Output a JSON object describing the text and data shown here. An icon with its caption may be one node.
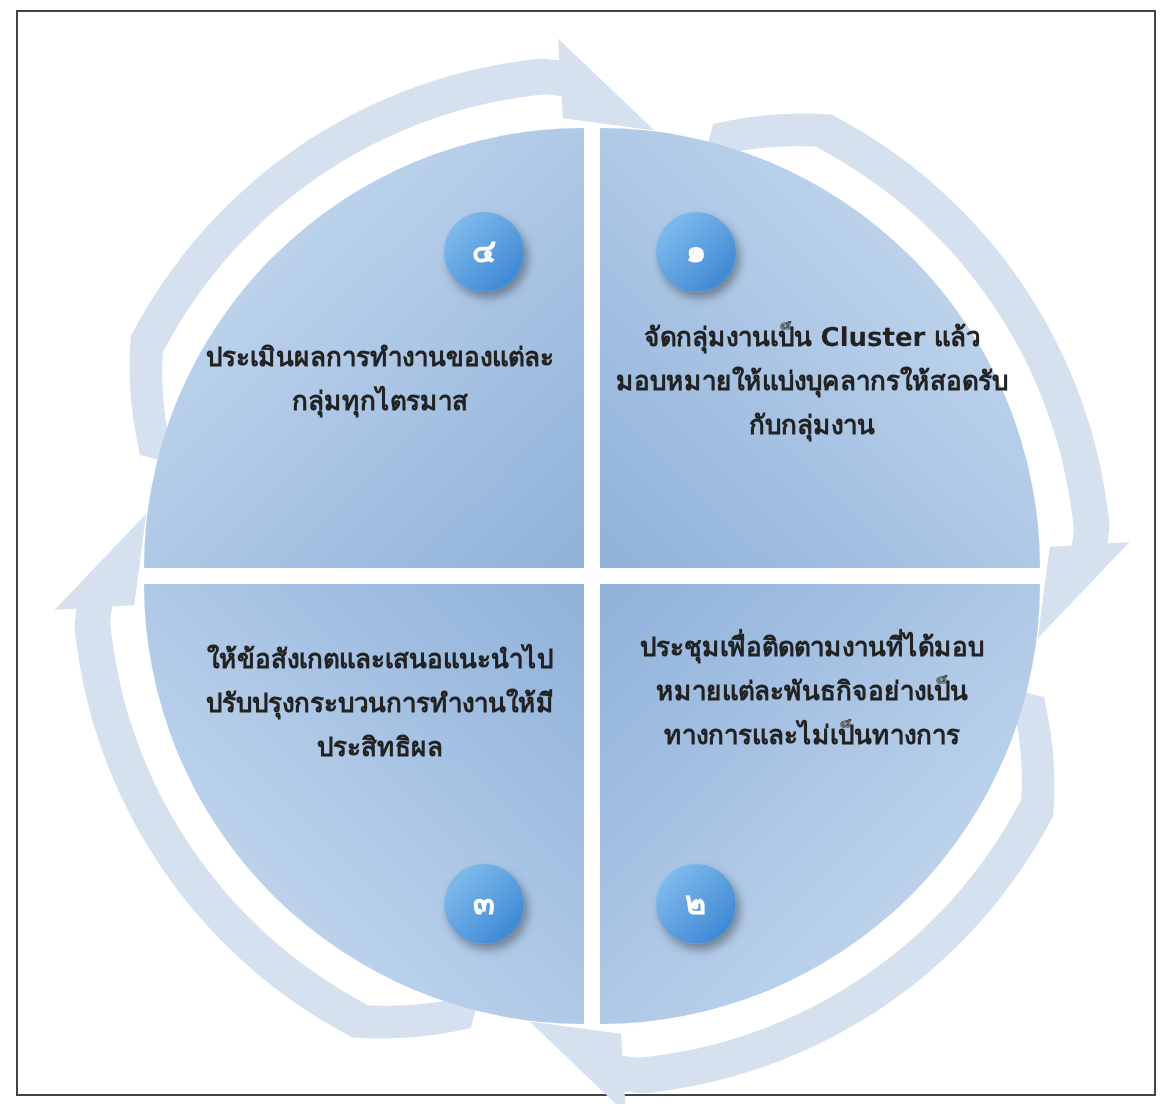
{
  "diagram": {
    "nodes": [
      {
        "text": [
          "ประเมินผลการทำงานของแต่ละกลุ่มทุกไตรมาส"
        ]
      },
      {
        "text": [
          "๔"
        ],
        "in": 0
      },
      {
        "text": [
          "จัดกลุ่มงานเป็น Cluster แล้ว มอบหมายให้แบ่งบุคลากรให้สอดรับกับกลุ่มงาน"
        ]
      },
      {
        "text": [
          "๑"
        ],
        "in": 2
      },
      {
        "text": [
          "ให้ข้อสังเกตและเสนอแนะนำไปปรับปรุงกระบวนการทำงานให้มีประสิทธิผล"
        ]
      },
      {
        "text": [
          "๓"
        ],
        "in": 4
      },
      {
        "text": [
          "ประชุมเพื่อติดตามงานที่ได้มอบหมายแต่ละพันธกิจอย่างเป็นทางการและไม่เป็นทางการ"
        ]
      },
      {
        "text": [
          "๒"
        ],
        "in": 6
      }
    ],
    "edges": [
      {
        "from": 0,
        "to": 2,
        "arrow": "to"
      },
      {
        "from": 2,
        "to": 6,
        "arrow": "to"
      },
      {
        "from": 6,
        "to": 4,
        "arrow": "to"
      },
      {
        "from": 4,
        "to": 0,
        "arrow": "to"
      }
    ]
  }
}
